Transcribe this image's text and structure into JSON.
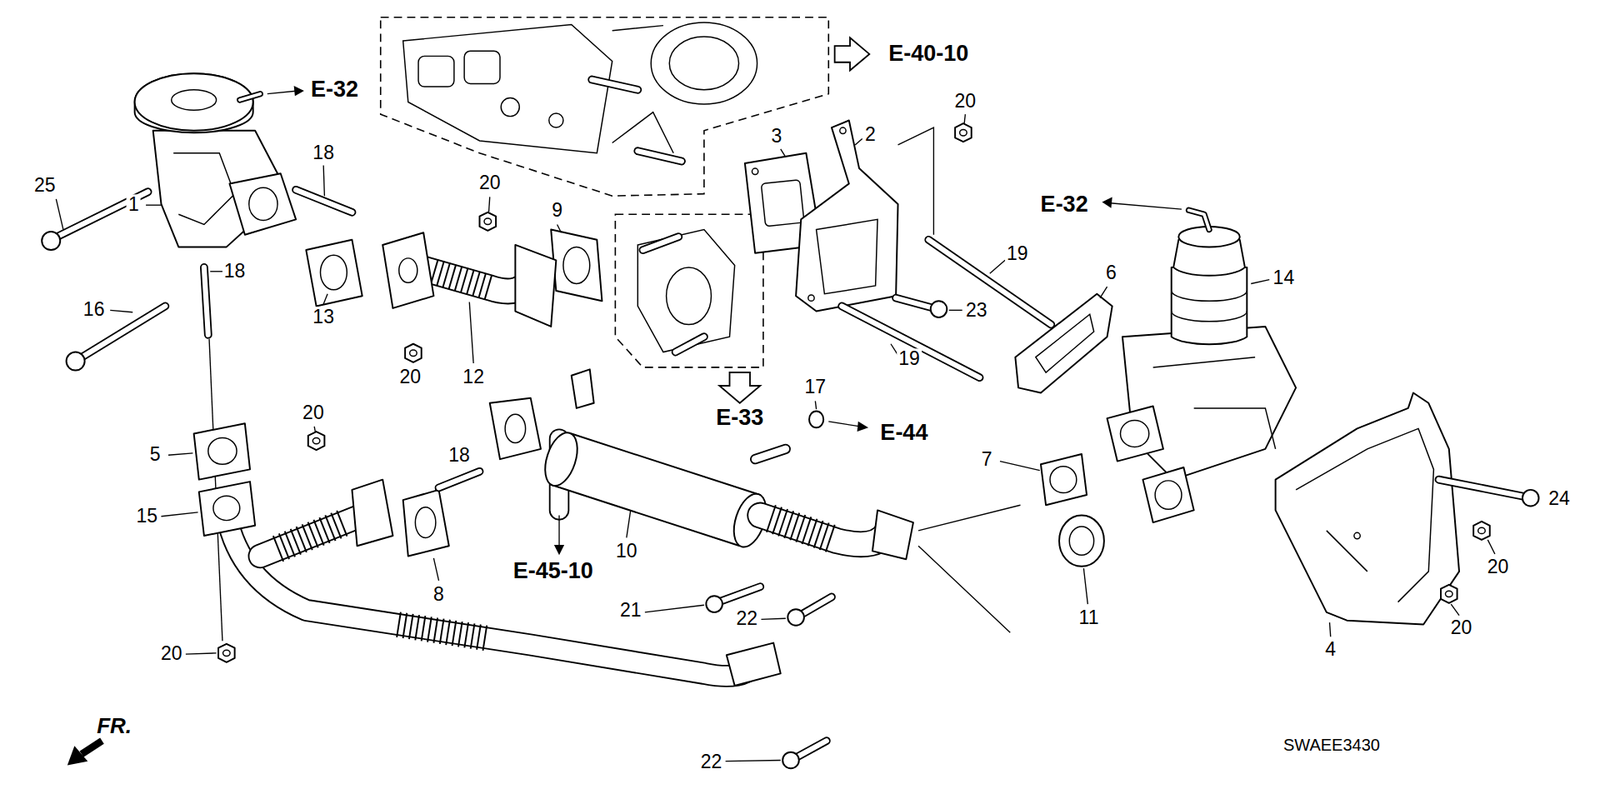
{
  "diagram": {
    "labels": [
      "E-40-10",
      "20",
      "E-32",
      "3",
      "2",
      "18",
      "25",
      "20",
      "9",
      "E-32",
      "1",
      "19",
      "6",
      "14",
      "18",
      "16",
      "13",
      "23",
      "19",
      "20",
      "12",
      "17",
      "E-33",
      "E-44",
      "20",
      "5",
      "7",
      "18",
      "15",
      "24",
      "20",
      "10",
      "E-45-10",
      "8",
      "11",
      "21",
      "22",
      "20",
      "4",
      "20",
      "FR.",
      "22",
      "SWAEE3430"
    ]
  }
}
